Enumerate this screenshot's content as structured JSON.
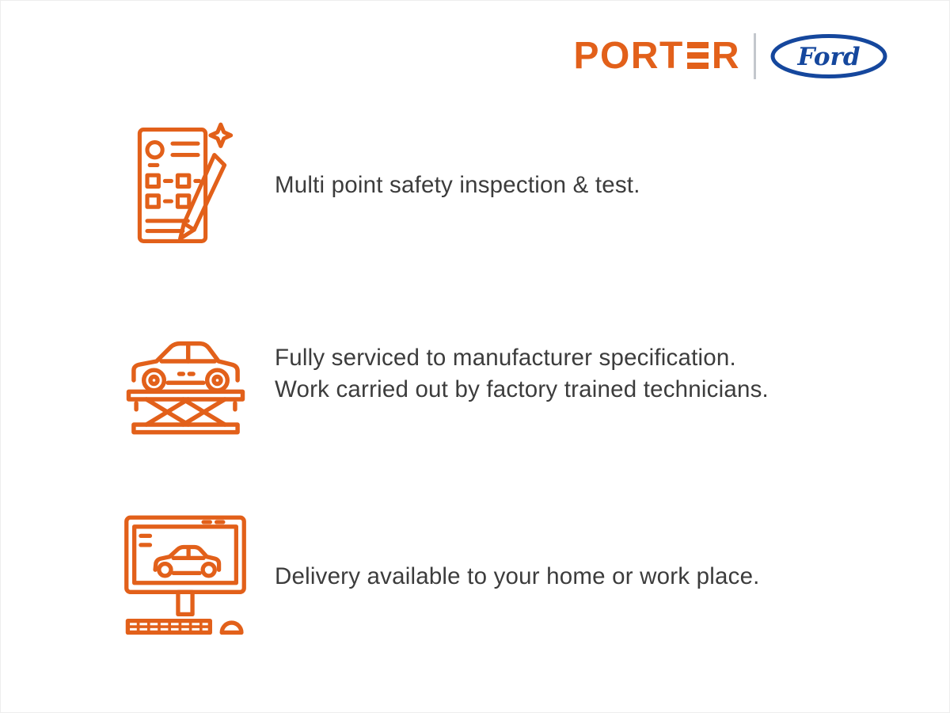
{
  "colors": {
    "brand_orange": "#E2601A",
    "ford_blue": "#15479D",
    "text": "#3C3C3C",
    "divider": "#C3C7CD"
  },
  "header": {
    "brand": "PORTER",
    "brand_parts": {
      "before": "PORT",
      "after": "R"
    },
    "partner": "Ford"
  },
  "features": [
    {
      "icon": "inspection-checklist-icon",
      "lines": [
        "Multi point safety inspection & test."
      ]
    },
    {
      "icon": "car-scissor-lift-icon",
      "lines": [
        "Fully serviced to manufacturer specification.",
        "Work carried out by factory trained technicians."
      ]
    },
    {
      "icon": "car-delivery-monitor-icon",
      "lines": [
        "Delivery available to your home or work place."
      ]
    }
  ]
}
